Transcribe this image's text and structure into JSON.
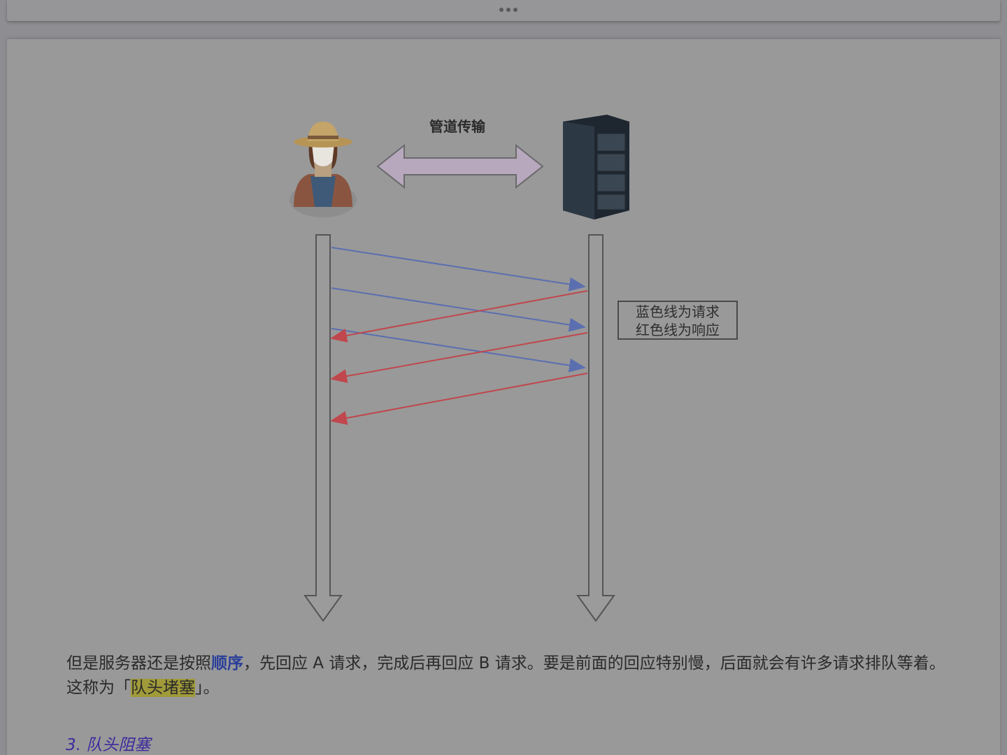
{
  "diagram": {
    "pipe_label": "管道传输",
    "legend": {
      "line1": "蓝色线为请求",
      "line2": "红色线为响应"
    }
  },
  "paragraph": {
    "part1": "但是服务器还是按照",
    "emphasis": "顺序",
    "part2": "，先回应 A 请求，完成后再回应 B 请求。要是前面的回应特别慢，后面就会有许多请求排队等着。这称为「",
    "highlight": "队头堵塞",
    "part3": "」。"
  },
  "section_heading": "3. 队头阻塞",
  "colors": {
    "request_line": "#5b6fb0",
    "response_line": "#c0474d",
    "highlight": "#a09a3a",
    "heading": "#3c2a9c",
    "link": "#2a3f9a"
  },
  "icons": {
    "more": "more-dots-icon",
    "client": "farmer-person-icon",
    "server": "server-rack-icon"
  }
}
